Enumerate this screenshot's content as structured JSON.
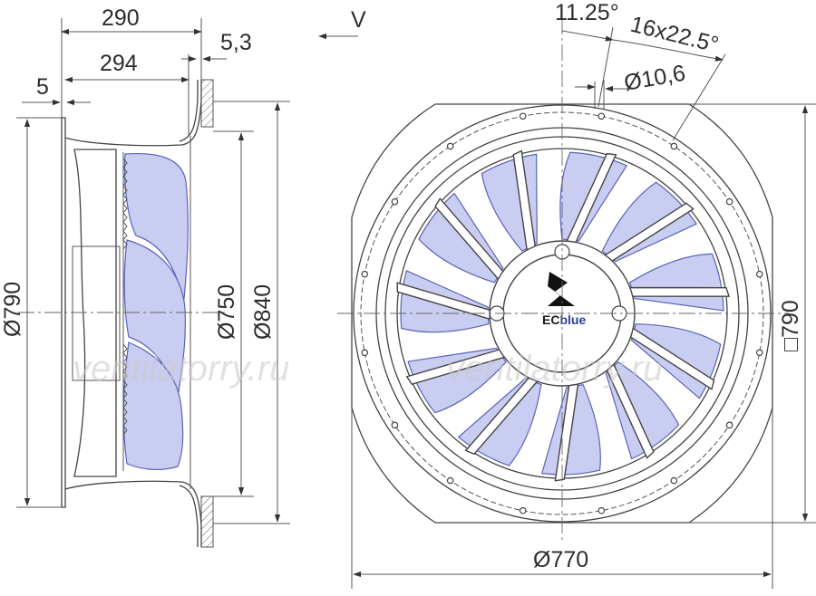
{
  "side_view": {
    "dim_top_overall": "290",
    "dim_top_inner": "294",
    "dim_left_offset": "5",
    "dim_flange": "5,3",
    "dim_left_height": "Ø790",
    "dim_inner_dia": "Ø750",
    "dim_outer_dia": "Ø840"
  },
  "front_view": {
    "view_label": "V",
    "dim_angle_small": "11.25°",
    "dim_angle_pattern": "16x22.5°",
    "dim_hole": "Ø10,6",
    "dim_square": "□790",
    "dim_bottom_dia": "Ø770",
    "blade_count": 11,
    "bolt_count": 16
  },
  "logo": {
    "brand_prefix": "EC",
    "brand_suffix": "blue"
  },
  "watermark": "ventilatorry.ru",
  "colors": {
    "blade_fill": "#c9cdf2",
    "blade_stroke": "#5a63b8",
    "logo_accent": "#2a3c9a",
    "line": "#444444"
  }
}
